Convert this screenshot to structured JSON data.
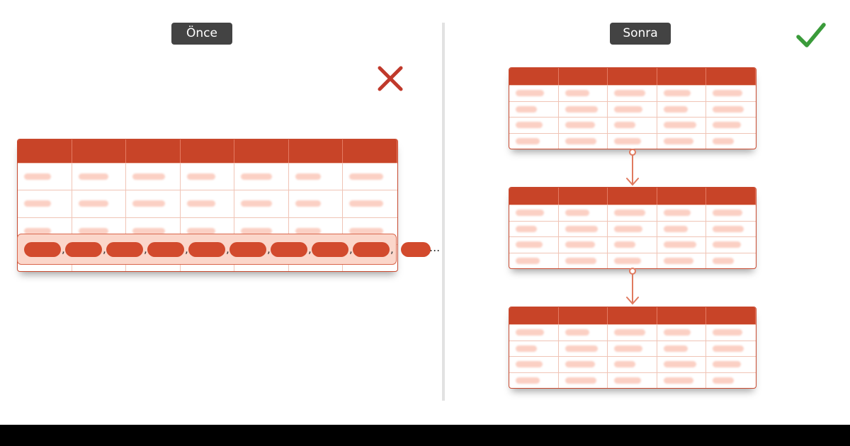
{
  "labels": {
    "before": "Önce",
    "after": "Sonra"
  },
  "icons": {
    "wrong": "cross-icon",
    "right": "check-icon"
  },
  "colors": {
    "header_red": "#c84428",
    "pill_red": "#d24a2d",
    "highlight_pink": "#fbd6ca",
    "cell_bar": "#fbd0c4",
    "cross": "#c0392b",
    "check": "#3a9b3a",
    "connector": "#e07a5f",
    "label_bg": "#434343"
  },
  "before_table": {
    "columns": 7,
    "body_rows": 3
  },
  "flattened_row": {
    "pill_count": 10,
    "separator": ",",
    "trailing": "..."
  },
  "after_tables": {
    "count": 3,
    "columns": 5,
    "body_rows": 4
  }
}
